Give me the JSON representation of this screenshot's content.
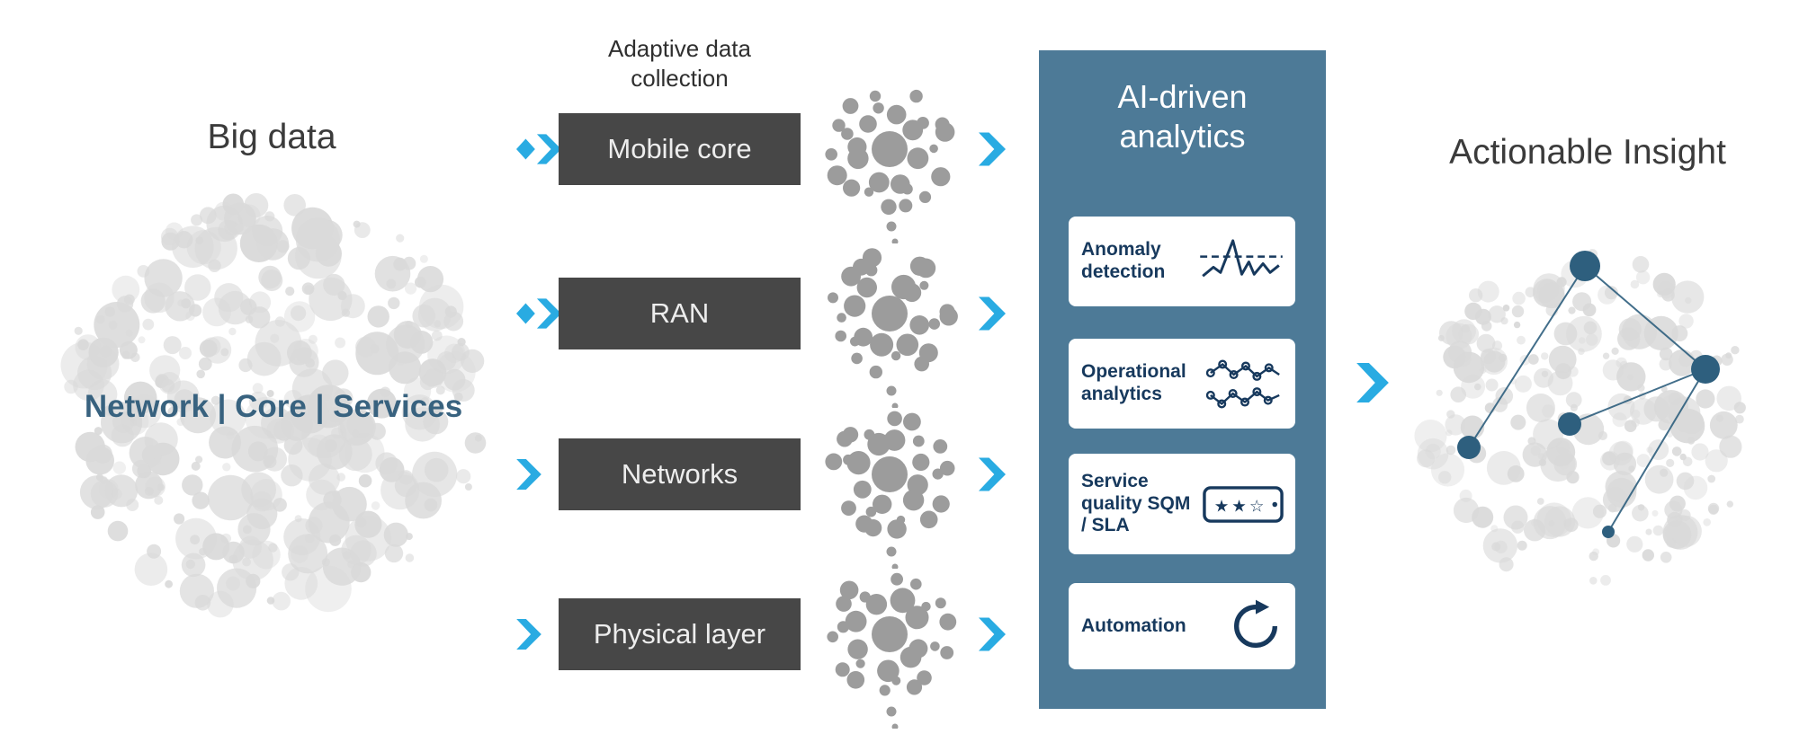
{
  "titles": {
    "big_data": "Big data",
    "adaptive": "Adaptive data collection",
    "analytics": "AI-driven analytics",
    "insight": "Actionable Insight"
  },
  "big_data": {
    "label": "Network | Core | Services"
  },
  "adaptive": {
    "boxes": [
      {
        "label": "Mobile core"
      },
      {
        "label": "RAN"
      },
      {
        "label": "Networks"
      },
      {
        "label": "Physical layer"
      }
    ]
  },
  "analytics": {
    "cards": [
      {
        "label": "Anomaly detection",
        "icon": "anomaly-chart-icon",
        "rating": ""
      },
      {
        "label": "Operational analytics",
        "icon": "operational-analytics-icon",
        "rating": ""
      },
      {
        "label": "Service quality SQM / SLA",
        "icon": "phone-rating-icon",
        "rating": "★★☆"
      },
      {
        "label": "Automation",
        "icon": "automation-loop-icon",
        "rating": ""
      }
    ]
  },
  "colors": {
    "accent": "#29abe2",
    "panel": "#4d7a97",
    "navy": "#17395d",
    "box_dark": "#474747",
    "box_text": "#ededed",
    "bubble_light": "#d9d9d9",
    "cluster_gray": "#9c9c9c",
    "network_blue": "#2e5f7e",
    "label_blue": "#38627f",
    "title_gray": "#3b3b3b"
  }
}
